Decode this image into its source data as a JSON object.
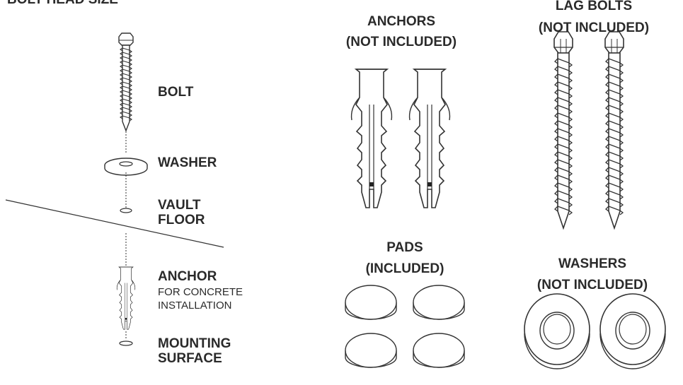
{
  "header": {
    "text": "BOLT HEAD SIZE"
  },
  "assembly": {
    "bolt": "BOLT",
    "washer": "WASHER",
    "vault_floor": [
      "VAULT",
      "FLOOR"
    ],
    "anchor": "ANCHOR",
    "anchor_note": [
      "FOR CONCRETE",
      "INSTALLATION"
    ],
    "mounting_surface": [
      "MOUNTING",
      "SURFACE"
    ]
  },
  "parts": {
    "anchors": {
      "title": "ANCHORS",
      "note": "(NOT INCLUDED)"
    },
    "lag_bolts": {
      "title": "LAG BOLTS",
      "note": "(NOT INCLUDED)"
    },
    "pads": {
      "title": "PADS",
      "note": "(INCLUDED)"
    },
    "washers": {
      "title": "WASHERS",
      "note": "(NOT INCLUDED)"
    }
  }
}
